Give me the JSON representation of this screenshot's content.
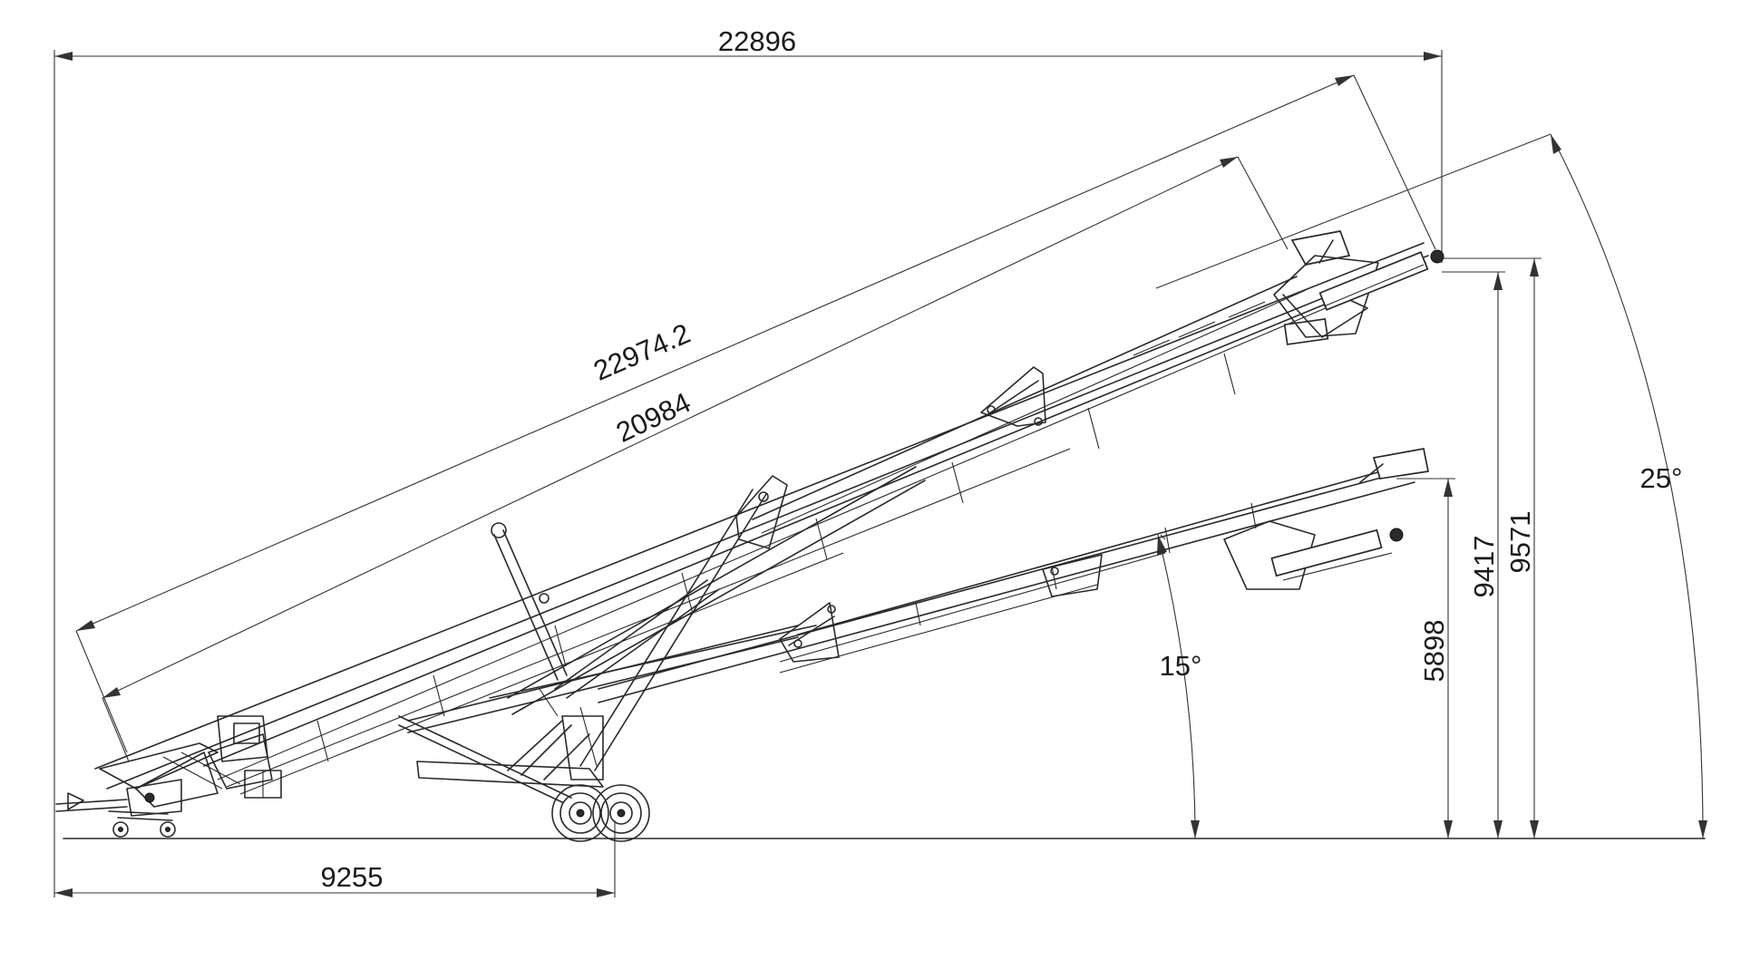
{
  "drawing": {
    "dimensions": {
      "overall_length": "22896",
      "conveyor_length": "22974.2",
      "belt_length": "20984",
      "axle_distance": "9255",
      "discharge_height_low": "5898",
      "discharge_height_high_inner": "9417",
      "discharge_height_high_outer": "9571",
      "angle_low": "15°",
      "angle_high": "25°"
    },
    "colors": {
      "line": "#2a2a2a",
      "background": "#ffffff"
    }
  }
}
